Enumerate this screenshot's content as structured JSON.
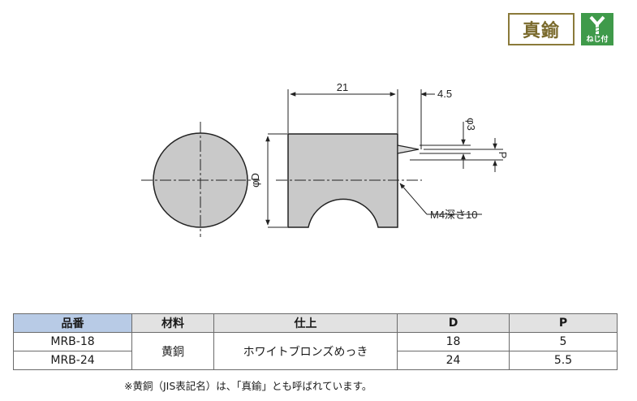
{
  "badges": {
    "material": "真鍮",
    "screw": "ねじ付"
  },
  "drawing": {
    "dim_length": "21",
    "dim_tip": "4.5",
    "dim_pin_dia": "φ3",
    "dim_p": "P",
    "dim_d": "φD",
    "thread_label": "M4深さ10",
    "colors": {
      "fill": "#c9c9c9",
      "stroke": "#222222"
    }
  },
  "table": {
    "headers": [
      "品番",
      "材料",
      "仕上",
      "D",
      "P"
    ],
    "rows": [
      {
        "part": "MRB-18",
        "d": "18",
        "p": "5"
      },
      {
        "part": "MRB-24",
        "d": "24",
        "p": "5.5"
      }
    ],
    "material": "黄銅",
    "finish": "ホワイトブロンズめっき",
    "header_highlight": "#b8cbe6"
  },
  "note": "※黄銅（JIS表記名）は、「真鍮」とも呼ばれています。"
}
